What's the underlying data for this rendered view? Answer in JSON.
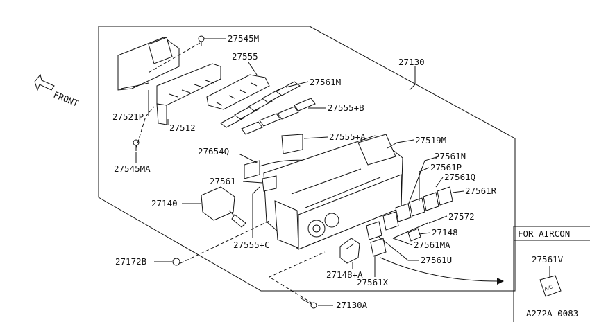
{
  "diagram": {
    "front_label": "FRONT",
    "catalog_code": "A272A 0083",
    "aircon_box_title": "FOR AIRCON",
    "aircon_button_text": "A/C",
    "parts": {
      "p27545M": "27545M",
      "p27555": "27555",
      "p27130": "27130",
      "p27561M": "27561M",
      "p27555B": "27555+B",
      "p27521P": "27521P",
      "p27512": "27512",
      "p27555A": "27555+A",
      "p27519M": "27519M",
      "p27654Q": "27654Q",
      "p27545MA": "27545MA",
      "p27561N": "27561N",
      "p27561P": "27561P",
      "p27561Q": "27561Q",
      "p27561": "27561",
      "p27561R": "27561R",
      "p27140": "27140",
      "p27572": "27572",
      "p27148": "27148",
      "p27555C": "27555+C",
      "p27561MA": "27561MA",
      "p27172B": "27172B",
      "p27561U": "27561U",
      "p27148A": "27148+A",
      "p27561X": "27561X",
      "p27130A": "27130A",
      "p27561V": "27561V"
    }
  }
}
